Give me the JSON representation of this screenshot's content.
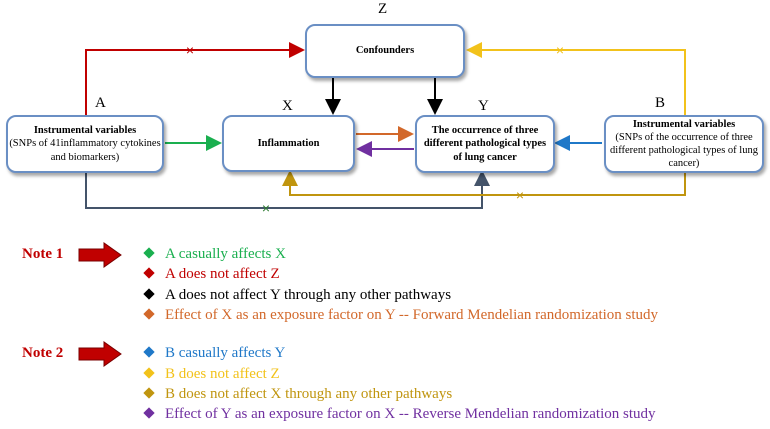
{
  "letters": {
    "z": "Z",
    "a": "A",
    "x": "X",
    "y": "Y",
    "b": "B"
  },
  "boxes": {
    "confounders": {
      "title": "Confounders",
      "sub": ""
    },
    "instrument_a": {
      "title": "Instrumental variables",
      "sub": "(SNPs of 41inflammatory cytokines and biomarkers)"
    },
    "inflammation": {
      "title": "Inflammation",
      "sub": ""
    },
    "lung_cancer": {
      "title": "The occurrence of three different pathological types of lung cancer",
      "sub": ""
    },
    "instrument_b": {
      "title": "Instrumental variables",
      "sub": "(SNPs of the occurrence of three different pathological types of lung cancer)"
    }
  },
  "colors": {
    "red": "#c00000",
    "green": "#1aaf4f",
    "black": "#000000",
    "orange": "#d2682a",
    "blue": "#1f78c8",
    "yellow": "#f2c21b",
    "gold": "#c0950f",
    "purple": "#7030a0",
    "slate": "#44546a",
    "box_border": "#6a8fc4"
  },
  "notes": [
    {
      "label": "Note 1",
      "items": [
        {
          "text": "A casually affects X",
          "color": "#1aaf4f"
        },
        {
          "text": "A does not affect Z",
          "color": "#c00000"
        },
        {
          "text": "A does not affect Y through any other pathways",
          "color": "#000000"
        },
        {
          "text": "Effect of X as an exposure factor on Y -- Forward Mendelian randomization study",
          "color": "#d2682a"
        }
      ]
    },
    {
      "label": "Note 2",
      "items": [
        {
          "text": "B casually affects Y",
          "color": "#1f78c8"
        },
        {
          "text": "B does not affect Z",
          "color": "#f2c21b"
        },
        {
          "text": "B does not affect X through any other pathways",
          "color": "#c0950f"
        },
        {
          "text": "Effect of Y as an exposure factor on X -- Reverse Mendelian randomization study",
          "color": "#7030a0"
        }
      ]
    }
  ]
}
